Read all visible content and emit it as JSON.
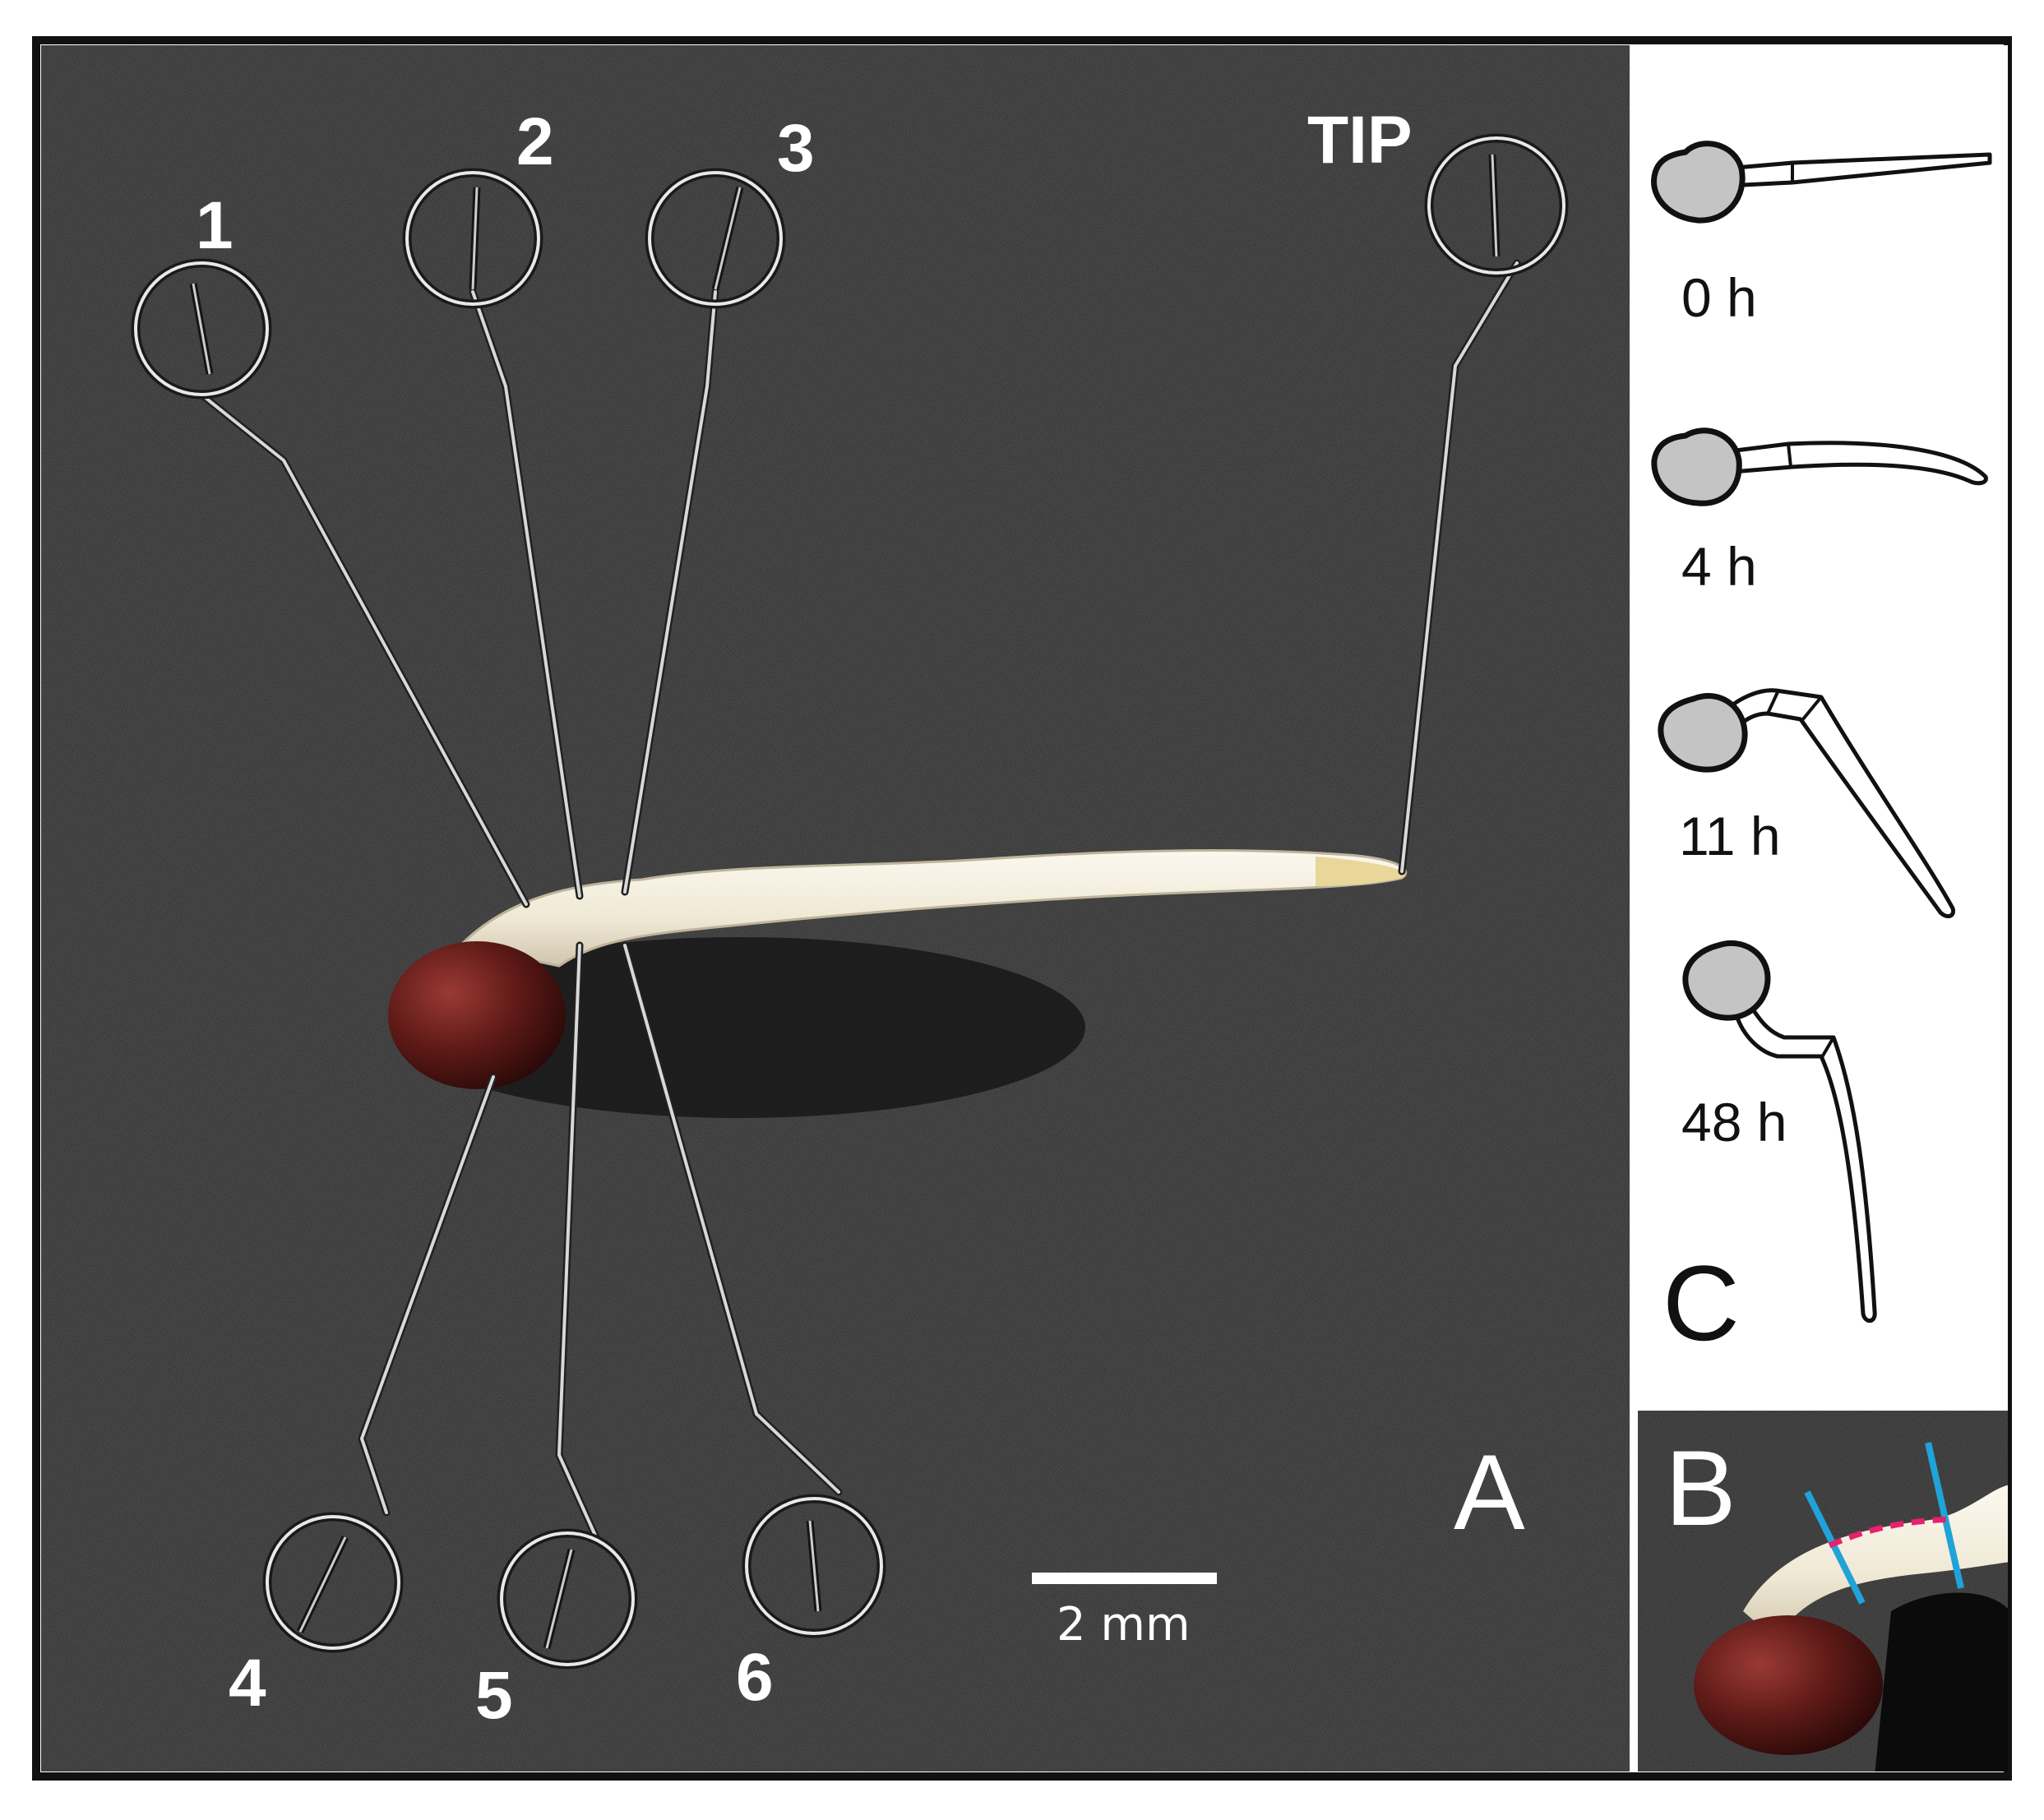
{
  "panel_a": {
    "hook_labels": [
      "1",
      "2",
      "3",
      "TIP",
      "4",
      "5",
      "6"
    ],
    "scale_bar_label": "2 mm",
    "panel_letter": "A"
  },
  "panel_b": {
    "panel_letter": "B"
  },
  "panel_c": {
    "time_labels": [
      "0 h",
      "4 h",
      "11 h",
      "48 h"
    ],
    "panel_letter": "C"
  },
  "colors": {
    "background_dark": "#2a2a2a",
    "seed": "#5a1a18",
    "root": "#f1ead6",
    "marker_blue": "#1fa3d8",
    "marker_pink": "#e8206e",
    "diagram_seed": "#c4c4c4"
  }
}
